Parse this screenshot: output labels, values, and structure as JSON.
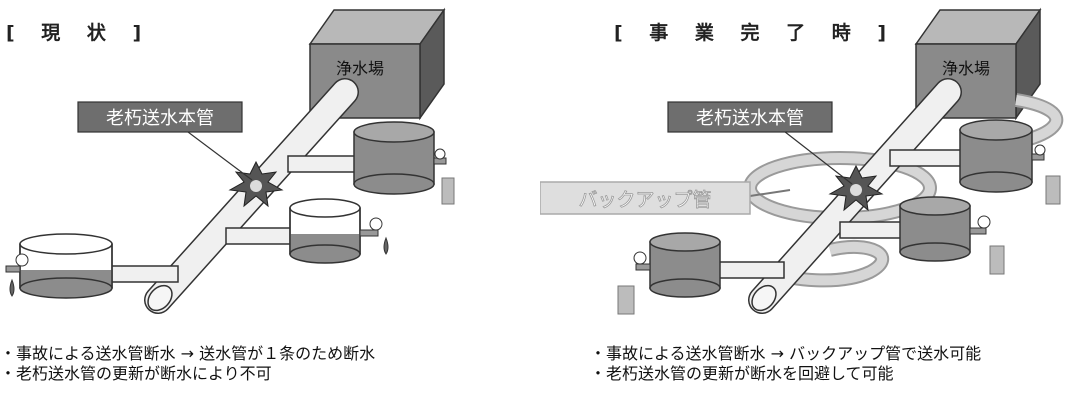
{
  "panels": [
    {
      "title": "[ 現 状 ]",
      "facility_label": "浄水場",
      "main_pipe_label": "老朽送水本管",
      "notes": [
        "・事故による送水管断水 → 送水管が１条のため断水",
        "・老朽送水管の更新が断水により不可"
      ]
    },
    {
      "title": "[ 事 業 完 了 時 ]",
      "facility_label": "浄水場",
      "main_pipe_label": "老朽送水本管",
      "backup_label": "バックアップ管",
      "notes": [
        "・事故による送水管断水 → バックアップ管で送水可能",
        "・老朽送水管の更新が断水を回避して可能"
      ]
    }
  ],
  "colors": {
    "facility_box": "#8a8a8a",
    "label_box": "#6e6e6e",
    "pipe": "#f0f0f0",
    "pipe_stroke": "#333333",
    "tank_water": "#8c8c8c",
    "backup_pipe": "#c4c4c4"
  }
}
